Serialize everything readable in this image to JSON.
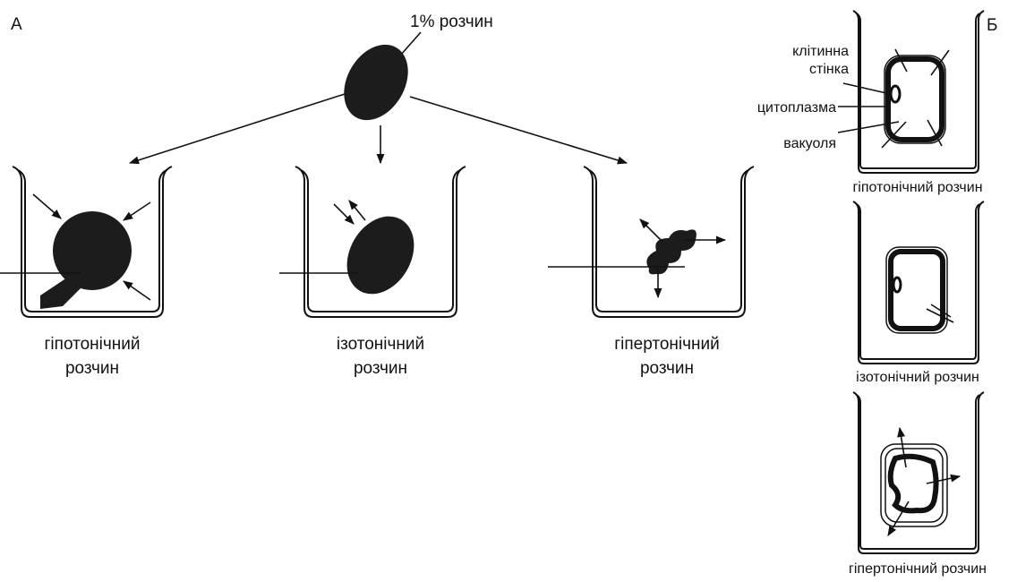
{
  "panel_a": {
    "label": "А",
    "source_label": "1% розчин",
    "beakers": [
      {
        "line1": "гіпотонічний",
        "line2": "розчин"
      },
      {
        "line1": "ізотонічний",
        "line2": "розчин"
      },
      {
        "line1": "гіпертонічний",
        "line2": "розчин"
      }
    ]
  },
  "panel_b": {
    "label": "Б",
    "parts": {
      "cell_wall_1": "клітинна",
      "cell_wall_2": "стінка",
      "cytoplasm": "цитоплазма",
      "vacuole": "вакуоля"
    },
    "beakers": [
      {
        "caption": "гіпотонічний розчин"
      },
      {
        "caption": "ізотонічний розчин"
      },
      {
        "caption": "гіпертонічний розчин"
      }
    ]
  }
}
